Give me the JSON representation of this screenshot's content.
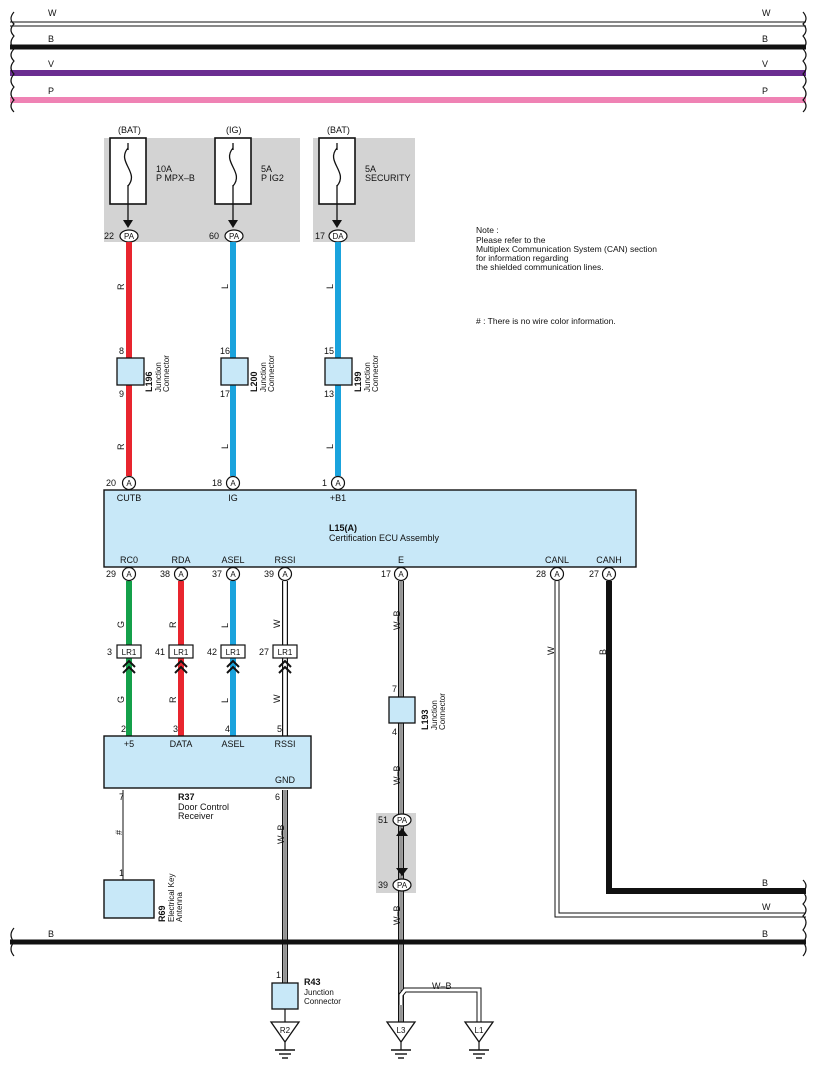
{
  "colors": {
    "red": "#e8252e",
    "blue": "#1aa3dd",
    "green": "#14a04a",
    "purple": "#6b2d91",
    "pink": "#ef82b4",
    "black": "#111111",
    "white_wire": "#ffffff",
    "fuse_box": "#d3d3d3",
    "ecu_fill": "#c8e8f8"
  },
  "bus_lines": {
    "top": [
      {
        "code": "W",
        "label_left": "W",
        "label_right": "W"
      },
      {
        "code": "B",
        "label_left": "B",
        "label_right": "B"
      },
      {
        "code": "V",
        "label_left": "V",
        "label_right": "V"
      },
      {
        "code": "P",
        "label_left": "P",
        "label_right": "P"
      }
    ],
    "bottom": {
      "code": "B",
      "label_left": "B",
      "label_right": "B"
    }
  },
  "fuses": [
    {
      "source": "(BAT)",
      "rating": "10A",
      "name": "P MPX–B",
      "pin": "22",
      "conn": "PA",
      "wire": "R"
    },
    {
      "source": "(IG)",
      "rating": "5A",
      "name": "P IG2",
      "pin": "60",
      "conn": "PA",
      "wire": "L"
    },
    {
      "source": "(BAT)",
      "rating": "5A",
      "name": "SECURITY",
      "pin": "17",
      "conn": "DA",
      "wire": "L"
    }
  ],
  "note": {
    "line1": "Note :",
    "line2": "Please refer to the",
    "line3": "Multiplex Communication System (CAN) section",
    "line4": "for information regarding",
    "line5": "the shielded communication lines.",
    "hash": "# : There is no wire color information."
  },
  "junction_connectors_top": [
    {
      "id": "L196",
      "desc1": "Junction",
      "desc2": "Connector",
      "pin_in": "8",
      "pin_out": "9",
      "wire": "R"
    },
    {
      "id": "L200",
      "desc1": "Junction",
      "desc2": "Connector",
      "pin_in": "16",
      "pin_out": "17",
      "wire": "L"
    },
    {
      "id": "L199",
      "desc1": "Junction",
      "desc2": "Connector",
      "pin_in": "15",
      "pin_out": "13",
      "wire": "L"
    }
  ],
  "ecu": {
    "id": "L15(A)",
    "name": "Certification ECU Assembly",
    "top_pins": [
      {
        "num": "20",
        "conn": "A",
        "label": "CUTB"
      },
      {
        "num": "18",
        "conn": "A",
        "label": "IG"
      },
      {
        "num": "1",
        "conn": "A",
        "label": "+B1"
      }
    ],
    "bottom_pins": [
      {
        "num": "29",
        "conn": "A",
        "label": "RC0",
        "wire": "G"
      },
      {
        "num": "38",
        "conn": "A",
        "label": "RDA",
        "wire": "R"
      },
      {
        "num": "37",
        "conn": "A",
        "label": "ASEL",
        "wire": "L"
      },
      {
        "num": "39",
        "conn": "A",
        "label": "RSSI",
        "wire": "W"
      },
      {
        "num": "17",
        "conn": "A",
        "label": "E",
        "wire": "W–B"
      },
      {
        "num": "28",
        "conn": "A",
        "label": "CANL",
        "wire": "W"
      },
      {
        "num": "27",
        "conn": "A",
        "label": "CANH",
        "wire": "B"
      }
    ]
  },
  "lr1": [
    {
      "pin_a": "3",
      "conn": "LR1",
      "wire": "G"
    },
    {
      "pin_a": "41",
      "conn": "LR1",
      "wire": "R"
    },
    {
      "pin_a": "42",
      "conn": "LR1",
      "wire": "L"
    },
    {
      "pin_a": "27",
      "conn": "LR1",
      "wire": "W"
    }
  ],
  "receiver": {
    "id": "R37",
    "name1": "Door Control",
    "name2": "Receiver",
    "pins": [
      {
        "num": "2",
        "label": "+5"
      },
      {
        "num": "3",
        "label": "DATA"
      },
      {
        "num": "4",
        "label": "ASEL"
      },
      {
        "num": "5",
        "label": "RSSI"
      }
    ],
    "gnd_label": "GND",
    "gnd_pin": "6",
    "ant_pin": "7",
    "ant_wire": "#",
    "gnd_wire": "W–B"
  },
  "antenna": {
    "id": "R69",
    "desc1": "Electrical Key",
    "desc2": "Antenna",
    "pin": "1"
  },
  "l193": {
    "id": "L193",
    "desc1": "Junction",
    "desc2": "Connector",
    "pin_in": "7",
    "pin_out": "4",
    "wire": "W–B"
  },
  "pa_connector": {
    "pin_top": "51",
    "pin_bottom": "39",
    "conn": "PA",
    "wire": "W–B"
  },
  "r43": {
    "id": "R43",
    "desc1": "Junction",
    "desc2": "Connector",
    "pin": "1"
  },
  "grounds": [
    "R2",
    "L3",
    "L1"
  ],
  "ground_link_wire": "W–B",
  "can_right": {
    "canh_label": "B",
    "canl_label": "W",
    "bus_label": "B"
  }
}
